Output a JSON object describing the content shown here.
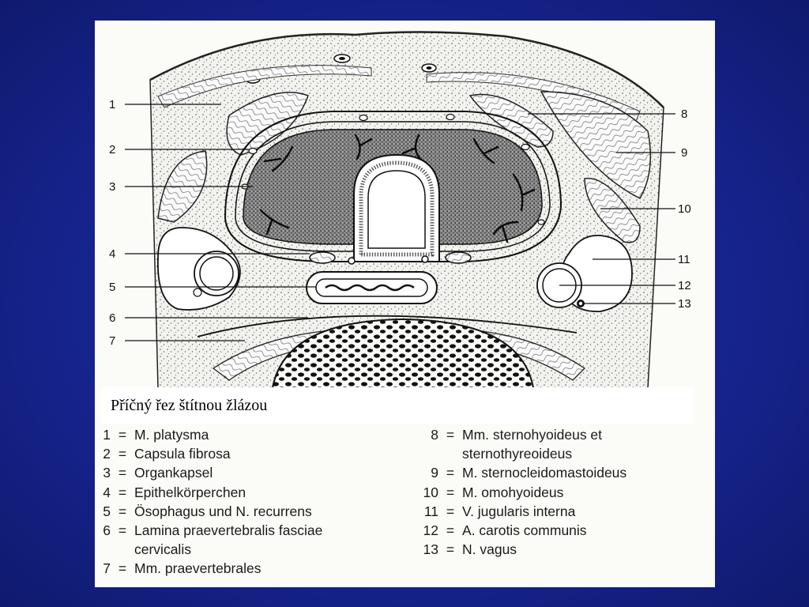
{
  "caption": "Příčný řez štítnou žlázou",
  "callouts": [
    "1",
    "2",
    "3",
    "4",
    "5",
    "6",
    "7",
    "8",
    "9",
    "10",
    "11",
    "12",
    "13"
  ],
  "legend": {
    "left": [
      {
        "num": "1",
        "text": "M. platysma"
      },
      {
        "num": "2",
        "text": "Capsula fibrosa"
      },
      {
        "num": "3",
        "text": "Organkapsel"
      },
      {
        "num": "4",
        "text": "Epithelkörperchen"
      },
      {
        "num": "5",
        "text": "Ösophagus und N. recurrens"
      },
      {
        "num": "6",
        "text": "Lamina praevertebralis fasciae",
        "cont": "cervicalis"
      },
      {
        "num": "7",
        "text": "Mm. praevertebrales"
      }
    ],
    "right": [
      {
        "num": "8",
        "text": "Mm. sternohyoideus et",
        "cont": "sternothyreoideus"
      },
      {
        "num": "9",
        "text": "M. sternocleidomastoideus"
      },
      {
        "num": "10",
        "text": "M. omohyoideus"
      },
      {
        "num": "11",
        "text": "V. jugularis interna"
      },
      {
        "num": "12",
        "text": "A. carotis communis"
      },
      {
        "num": "13",
        "text": "N. vagus"
      }
    ],
    "eq": "="
  },
  "colors": {
    "background": "#1b2a9a",
    "sheet": "#fbfbf8",
    "ink": "#1a1a1a"
  }
}
